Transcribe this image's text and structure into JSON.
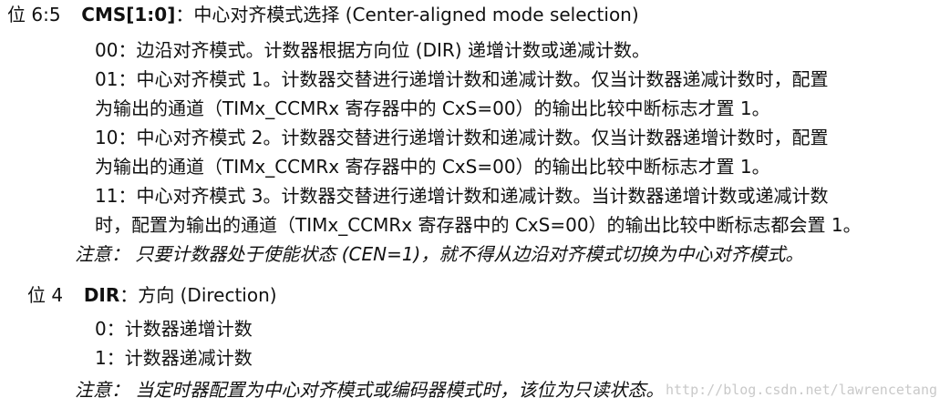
{
  "bit65": {
    "label": "位 6:5",
    "name": "CMS[1:0]",
    "desc": "：中心对齐模式选择 (Center-aligned mode selection)",
    "lines": [
      "00：边沿对齐模式。计数器根据方向位 (DIR) 递增计数或递减计数。",
      "01：中心对齐模式 1。计数器交替进行递增计数和递减计数。仅当计数器递减计数时，配置",
      "为输出的通道（TIMx_CCMRx 寄存器中的 CxS=00）的输出比较中断标志才置 1。",
      "10：中心对齐模式 2。计数器交替进行递增计数和递减计数。仅当计数器递增计数时，配置",
      "为输出的通道（TIMx_CCMRx 寄存器中的 CxS=00）的输出比较中断标志才置 1。",
      "11：中心对齐模式 3。计数器交替进行递增计数和递减计数。当计数器递增计数或递减计数",
      "时，配置为输出的通道（TIMx_CCMRx 寄存器中的 CxS=00）的输出比较中断标志都会置 1。"
    ],
    "note": "注意：  只要计数器处于使能状态 (CEN=1)，就不得从边沿对齐模式切换为中心对齐模式。"
  },
  "bit4": {
    "label": "位 4",
    "name": "DIR",
    "desc": "：方向 (Direction)",
    "lines": [
      "0：计数器递增计数",
      "1：计数器递减计数"
    ],
    "note": "注意：  当定时器配置为中心对齐模式或编码器模式时，该位为只读状态。"
  },
  "watermark": "http://blog.csdn.net/lawrencetang"
}
